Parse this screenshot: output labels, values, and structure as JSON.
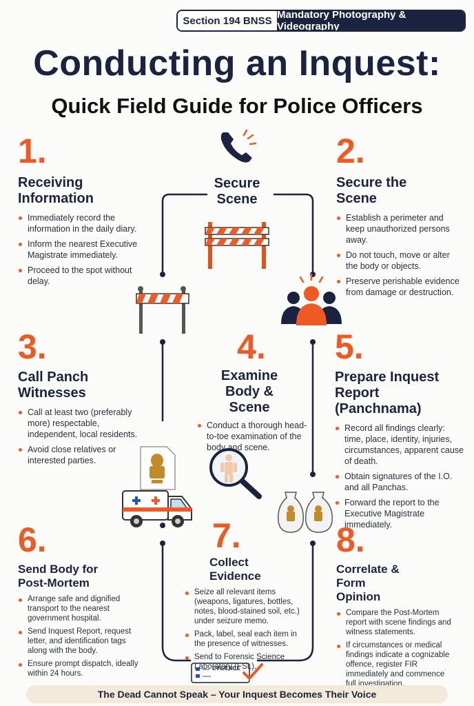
{
  "header": {
    "section_tag": "Section 194 BNSS",
    "mandatory_tag": "Mandatory Photography & Videography",
    "title": "Conducting an Inquest:",
    "subtitle": "Quick Field Guide for Police Officers"
  },
  "center_top_label": "Secure Scene",
  "steps": [
    {
      "number": "1.",
      "title": "Receiving Information",
      "bullets": [
        "Immediately record the information in the daily diary.",
        "Inform the nearest Executive Magistrate immediately.",
        "Proceed to the spot without delay."
      ]
    },
    {
      "number": "2.",
      "title": "Secure the Scene",
      "bullets": [
        "Establish a perimeter and keep unauthorized persons away.",
        "Do not touch, move or alter the body or objects.",
        "Preserve perishable evidence from damage or destruction."
      ]
    },
    {
      "number": "3.",
      "title": "Call Panch Witnesses",
      "bullets": [
        "Call at least two (preferably more) respectable, independent, local residents.",
        "Avoid close relatives or interested parties."
      ]
    },
    {
      "number": "4.",
      "title": "Examine Body & Scene",
      "bullets": [
        "Conduct a thorough head-to-toe examination of the body and scene."
      ]
    },
    {
      "number": "5.",
      "title": "Prepare Inquest Report (Panchnama)",
      "bullets": [
        "Record all findings clearly: time, place, identity, injuries, circumstances, apparent cause of death.",
        "Obtain signatures of the I.O. and all Panchas.",
        "Forward the report to the Executive Magistrate immediately."
      ]
    },
    {
      "number": "6.",
      "title": "Send Body for Post-Mortem",
      "bullets": [
        "Arrange safe and dignified transport to the nearest government hospital.",
        "Send Inquest Report, request letter, and identification tags along with the body.",
        "Ensure prompt dispatch, ideally within 24 hours."
      ]
    },
    {
      "number": "7.",
      "title": "Collect Evidence",
      "bullets": [
        "Seize all relevant items (weapons, ligatures, bottles, notes, blood-stained soil, etc.) under seizure memo.",
        "Pack, label, seal each item in the presence of witnesses.",
        "Send to Forensic Science Laboratory (FSL)."
      ]
    },
    {
      "number": "8.",
      "title": "Correlate & Form Opinion",
      "bullets": [
        "Compare the Post-Mortem report with scene findings and witness statements.",
        "If circumstances or medical findings indicate a cognizable offence, register FIR immediately and commence full investigation."
      ]
    }
  ],
  "evidence_label": "EVIDENCE",
  "footer": "The Dead Cannot Speak – Your Inquest Becomes Their Voice",
  "colors": {
    "accent": "#ef5a24",
    "navy": "#1a2340",
    "footer_bg": "#f3ead9"
  },
  "icons": [
    "phone-icon",
    "barrier-icon",
    "people-alert-icon",
    "document-emblem-icon",
    "ambulance-icon",
    "magnifier-body-icon",
    "evidence-bags-icon",
    "evidence-tag-icon"
  ]
}
